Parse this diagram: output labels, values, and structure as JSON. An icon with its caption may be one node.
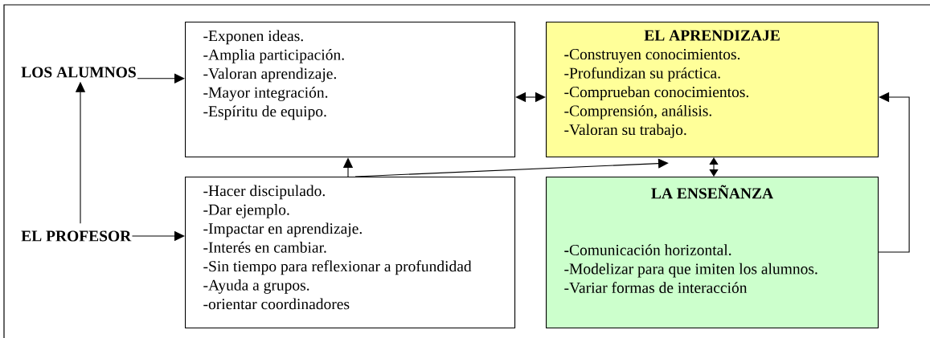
{
  "diagram": {
    "nodes": [
      {
        "text": [
          "LOS ALUMNOS"
        ]
      },
      {
        "text": [
          "-Exponen ideas.",
          "-Amplia participación.",
          "-Valoran aprendizaje.",
          "-Mayor integración.",
          "-Espíritu de equipo."
        ]
      },
      {
        "text": [
          "EL APRENDIZAJE",
          "**-**Construyen conocimientos.",
          "-Profundizan su práctica.",
          "-Comprueban conocimientos.",
          "-Comprensión, análisis.",
          "-Valoran su trabajo."
        ]
      },
      {
        "text": [
          "EL PROFESOR"
        ]
      },
      {
        "text": [
          "-Hacer discipulado.",
          "-Dar ejemplo.",
          "-Impactar en aprendizaje.",
          "-Interés en cambiar.",
          "-Sin tiempo para reflexionar a profundidad",
          "-Ayuda a grupos.",
          "-orientar coordinadores"
        ]
      },
      {
        "text": [
          "LA ENSEÑANZA",
          "**-**Comunicación horizontal.",
          "-Modelizar para que imiten los alumnos.",
          "-Variar formas de interacción"
        ]
      }
    ],
    "edges": [
      {
        "from": 0,
        "to": 1,
        "arrow": "to"
      },
      {
        "from": 3,
        "to": 4,
        "arrow": "to"
      },
      {
        "from": 3,
        "to": 0,
        "arrow": "to"
      },
      {
        "from": 4,
        "to": 1,
        "arrow": "to"
      },
      {
        "from": 4,
        "to": 2,
        "arrow": "to"
      },
      {
        "from": 1,
        "to": 2,
        "arrow": "both"
      },
      {
        "from": 2,
        "to": 5,
        "arrow": "both"
      },
      {
        "from": 5,
        "to": 2,
        "arrow": "to"
      }
    ]
  }
}
